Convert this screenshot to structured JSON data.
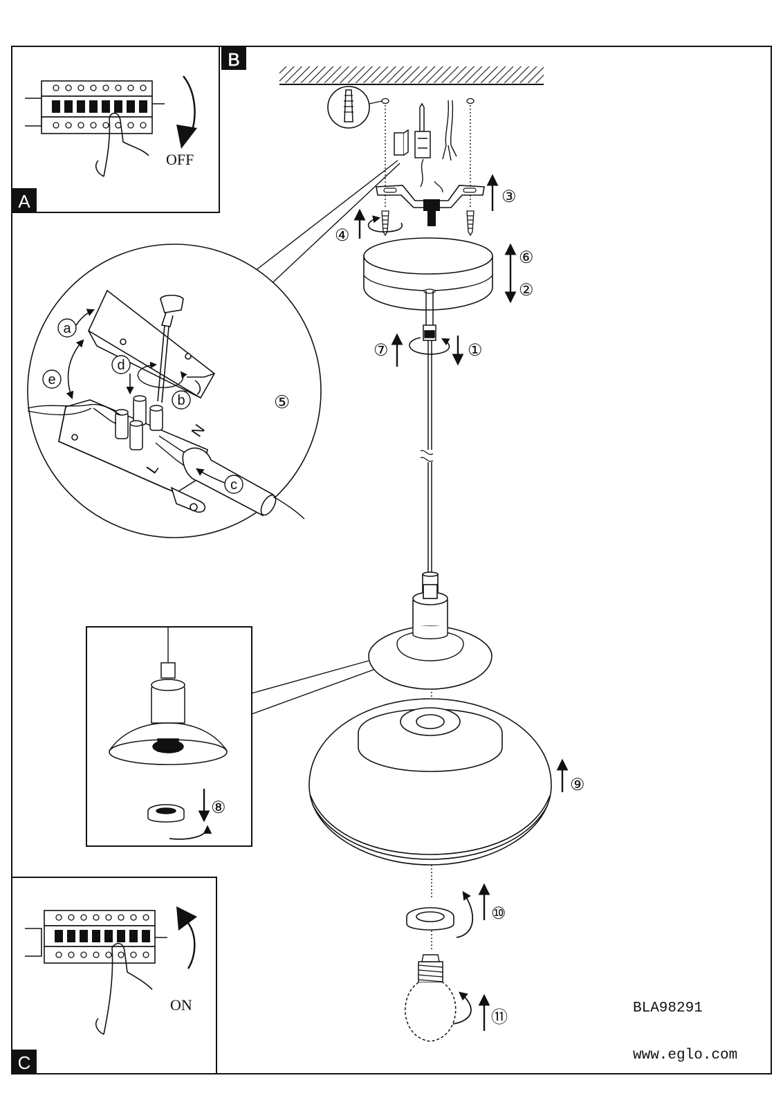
{
  "panels": {
    "a_label": "A",
    "b_label": "B",
    "c_label": "C",
    "off_label": "OFF",
    "on_label": "ON"
  },
  "steps": {
    "s1": "①",
    "s2": "②",
    "s3": "③",
    "s4": "④",
    "s5": "⑤",
    "s6": "⑥",
    "s7": "⑦",
    "s8": "⑧",
    "s9": "⑨",
    "s10": "⑩",
    "s11": "⑪"
  },
  "detail_letters": {
    "a": "a",
    "b": "b",
    "c": "c",
    "d": "d",
    "e": "e"
  },
  "terminal_labels": {
    "n": "N",
    "l": "L"
  },
  "footer": {
    "model": "BLA98291",
    "website": "www.eglo.com"
  }
}
